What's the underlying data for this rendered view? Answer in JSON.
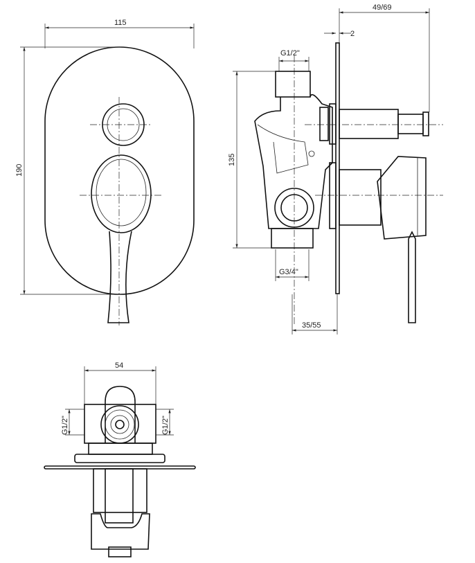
{
  "drawing": {
    "front_view": {
      "width_label": "115",
      "height_label": "190"
    },
    "side_view": {
      "total_depth_label": "49/69",
      "plate_thickness_label": "2",
      "top_connection_label": "G1/2\"",
      "height_label": "135",
      "bottom_connection_label": "G3/4\"",
      "wall_depth_label": "35/55"
    },
    "bottom_view": {
      "width_label": "54",
      "left_connection_label": "G1/2\"",
      "right_connection_label": "G1/2\""
    }
  }
}
